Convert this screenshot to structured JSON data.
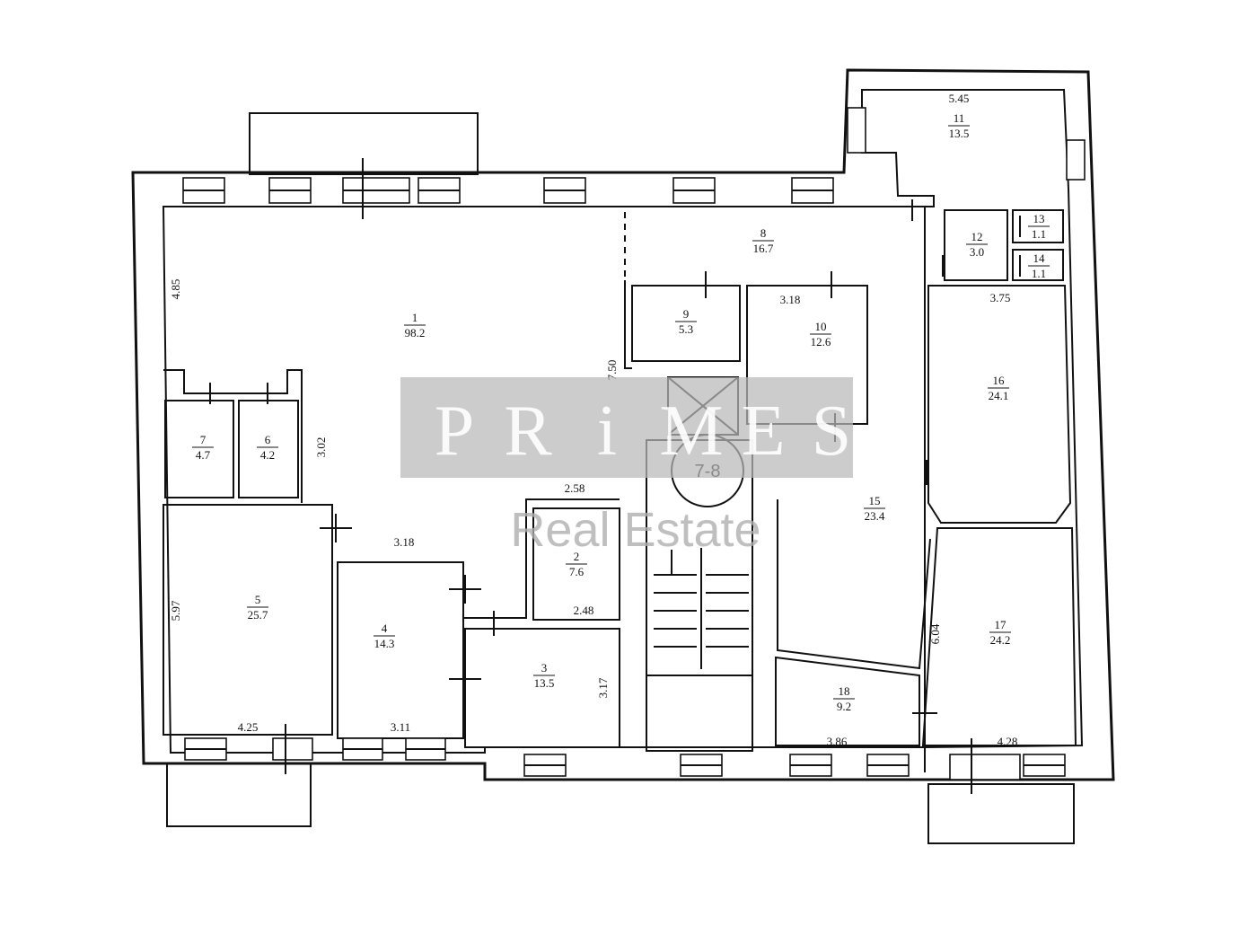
{
  "rooms": [
    {
      "id": "1",
      "area": "98.2"
    },
    {
      "id": "2",
      "area": "7.6"
    },
    {
      "id": "3",
      "area": "13.5"
    },
    {
      "id": "4",
      "area": "14.3"
    },
    {
      "id": "5",
      "area": "25.7"
    },
    {
      "id": "6",
      "area": "4.2"
    },
    {
      "id": "7",
      "area": "4.7"
    },
    {
      "id": "8",
      "area": "16.7"
    },
    {
      "id": "9",
      "area": "5.3"
    },
    {
      "id": "10",
      "area": "12.6"
    },
    {
      "id": "11",
      "area": "13.5"
    },
    {
      "id": "12",
      "area": "3.0"
    },
    {
      "id": "13",
      "area": "1.1"
    },
    {
      "id": "14",
      "area": "1.1"
    },
    {
      "id": "15",
      "area": "23.4"
    },
    {
      "id": "16",
      "area": "24.1"
    },
    {
      "id": "17",
      "area": "24.2"
    },
    {
      "id": "18",
      "area": "9.2"
    }
  ],
  "dimensions": [
    "4.85",
    "3.02",
    "2.58",
    "3.18",
    "5.97",
    "4.25",
    "3.11",
    "2.48",
    "3.17",
    "7.50",
    "3.18",
    "5.45",
    "3.75",
    "6.04",
    "3.86",
    "4.28"
  ],
  "stair_label": "7-8",
  "watermark": {
    "letters": [
      "P",
      "R",
      "i",
      "M",
      "E",
      "S"
    ],
    "subtitle": "Real Estate"
  }
}
